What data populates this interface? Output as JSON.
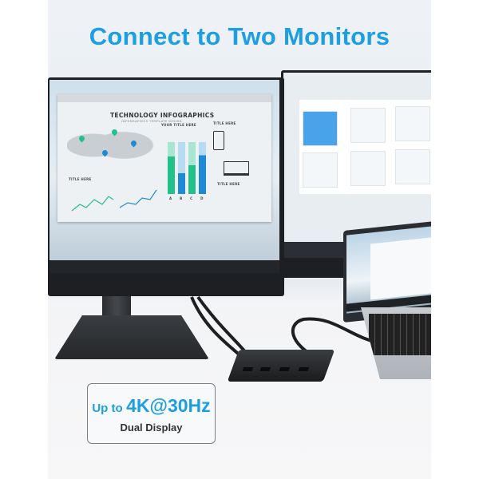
{
  "headline": "Connect to Two Monitors",
  "badge": {
    "prefix": "Up to",
    "spec": "4K@30Hz",
    "caption": "Dual Display"
  },
  "left_screen": {
    "heading": "TECHNOLOGY INFOGRAPHICS",
    "subheading": "INFOGRAPHICS TEMPLATE DESIGN",
    "chart_title": "YOUR TITLE HERE",
    "labels": [
      "TITLE HERE",
      "TITLE HERE",
      "TITLE HERE"
    ],
    "bar_labels": [
      "A",
      "B",
      "C",
      "D"
    ]
  },
  "colors": {
    "accent": "#1c9fe2",
    "green": "#22c08a",
    "blue": "#1e8ad6"
  }
}
